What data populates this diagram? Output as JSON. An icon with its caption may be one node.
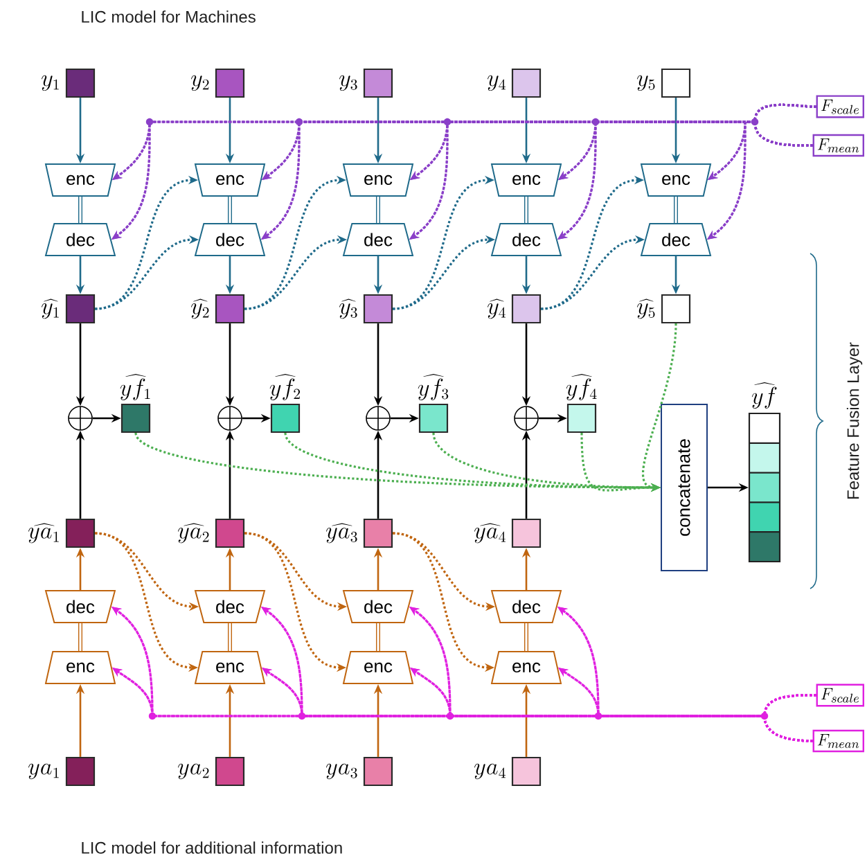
{
  "diagram": {
    "nodes": [
      {
        "text": [],
        "shape": "box",
        "beside": [
          "y_1"
        ]
      },
      {
        "text": [],
        "shape": "box",
        "beside": [
          "y_2"
        ]
      },
      {
        "text": [],
        "shape": "box",
        "beside": [
          "y_3"
        ]
      },
      {
        "text": [],
        "shape": "box",
        "beside": [
          "y_4"
        ]
      },
      {
        "text": [],
        "shape": "box",
        "beside": [
          "y_5"
        ]
      },
      {
        "text": [
          "F_{scale}"
        ]
      },
      {
        "text": [
          "F_{mean}"
        ]
      },
      {
        "text": [
          "enc"
        ]
      },
      {
        "text": [
          "enc"
        ]
      },
      {
        "text": [
          "enc"
        ]
      },
      {
        "text": [
          "enc"
        ]
      },
      {
        "text": [
          "enc"
        ]
      },
      {
        "text": [
          "dec"
        ]
      },
      {
        "text": [
          "dec"
        ]
      },
      {
        "text": [
          "dec"
        ]
      },
      {
        "text": [
          "dec"
        ]
      },
      {
        "text": [
          "dec"
        ]
      },
      {
        "text": [],
        "shape": "box",
        "beside": [
          "\\widehat{y_1}"
        ]
      },
      {
        "text": [],
        "shape": "box",
        "beside": [
          "\\widehat{y_2}"
        ]
      },
      {
        "text": [],
        "shape": "box",
        "beside": [
          "\\widehat{y_3}"
        ]
      },
      {
        "text": [],
        "shape": "box",
        "beside": [
          "\\widehat{y_4}"
        ]
      },
      {
        "text": [],
        "shape": "box",
        "beside": [
          "\\widehat{y_5}"
        ]
      },
      {
        "text": [],
        "shape": "circle"
      },
      {
        "text": [],
        "shape": "circle"
      },
      {
        "text": [],
        "shape": "circle"
      },
      {
        "text": [],
        "shape": "circle"
      },
      {
        "text": [],
        "shape": "box",
        "beside": [
          "\\widehat{yf_1}"
        ]
      },
      {
        "text": [],
        "shape": "box",
        "beside": [
          "\\widehat{yf_2}"
        ]
      },
      {
        "text": [],
        "shape": "box",
        "beside": [
          "\\widehat{yf_3}"
        ]
      },
      {
        "text": [],
        "shape": "box",
        "beside": [
          "\\widehat{yf_4}"
        ]
      },
      {
        "text": [
          "concatenate"
        ]
      },
      {
        "text": [],
        "shape": "bar",
        "beside": [
          "\\widehat{yf}"
        ]
      },
      {
        "text": [],
        "shape": "box",
        "beside": [
          "\\widehat{ya_1}"
        ]
      },
      {
        "text": [],
        "shape": "box",
        "beside": [
          "\\widehat{ya_2}"
        ]
      },
      {
        "text": [],
        "shape": "box",
        "beside": [
          "\\widehat{ya_3}"
        ]
      },
      {
        "text": [],
        "shape": "box",
        "beside": [
          "\\widehat{ya_4}"
        ]
      },
      {
        "text": [
          "dec"
        ]
      },
      {
        "text": [
          "dec"
        ]
      },
      {
        "text": [
          "dec"
        ]
      },
      {
        "text": [
          "dec"
        ]
      },
      {
        "text": [
          "enc"
        ]
      },
      {
        "text": [
          "enc"
        ]
      },
      {
        "text": [
          "enc"
        ]
      },
      {
        "text": [
          "enc"
        ]
      },
      {
        "text": [
          "F_{scale}"
        ]
      },
      {
        "text": [
          "F_{mean}"
        ]
      },
      {
        "text": [],
        "shape": "box",
        "beside": [
          "ya_1"
        ]
      },
      {
        "text": [],
        "shape": "box",
        "beside": [
          "ya_2"
        ]
      },
      {
        "text": [],
        "shape": "box",
        "beside": [
          "ya_3"
        ]
      },
      {
        "text": [],
        "shape": "box",
        "beside": [
          "ya_4"
        ]
      }
    ],
    "edges": [
      {
        "from": 0,
        "to": 7,
        "arrow": "to",
        "color": "#1f6a8a"
      },
      {
        "from": 7,
        "to": 12,
        "arrow": "none",
        "color": "#1f6a8a"
      },
      {
        "from": 12,
        "to": 17,
        "arrow": "to",
        "color": "#1f6a8a"
      },
      {
        "from": 1,
        "to": 8,
        "arrow": "to",
        "color": "#1f6a8a"
      },
      {
        "from": 8,
        "to": 13,
        "arrow": "none",
        "color": "#1f6a8a"
      },
      {
        "from": 13,
        "to": 18,
        "arrow": "to",
        "color": "#1f6a8a"
      },
      {
        "from": 2,
        "to": 9,
        "arrow": "to",
        "color": "#1f6a8a"
      },
      {
        "from": 9,
        "to": 14,
        "arrow": "none",
        "color": "#1f6a8a"
      },
      {
        "from": 14,
        "to": 19,
        "arrow": "to",
        "color": "#1f6a8a"
      },
      {
        "from": 3,
        "to": 10,
        "arrow": "to",
        "color": "#1f6a8a"
      },
      {
        "from": 10,
        "to": 15,
        "arrow": "none",
        "color": "#1f6a8a"
      },
      {
        "from": 15,
        "to": 20,
        "arrow": "to",
        "color": "#1f6a8a"
      },
      {
        "from": 4,
        "to": 11,
        "arrow": "to",
        "color": "#1f6a8a"
      },
      {
        "from": 11,
        "to": 16,
        "arrow": "none",
        "color": "#1f6a8a"
      },
      {
        "from": 16,
        "to": 21,
        "arrow": "to",
        "color": "#1f6a8a"
      },
      {
        "from": 17,
        "to": 8,
        "arrow": "to",
        "style": "dashed",
        "color": "#1f6a8a"
      },
      {
        "from": 17,
        "to": 13,
        "arrow": "to",
        "style": "dashed",
        "color": "#1f6a8a"
      },
      {
        "from": 18,
        "to": 9,
        "arrow": "to",
        "style": "dashed",
        "color": "#1f6a8a"
      },
      {
        "from": 18,
        "to": 14,
        "arrow": "to",
        "style": "dashed",
        "color": "#1f6a8a"
      },
      {
        "from": 19,
        "to": 10,
        "arrow": "to",
        "style": "dashed",
        "color": "#1f6a8a"
      },
      {
        "from": 19,
        "to": 15,
        "arrow": "to",
        "style": "dashed",
        "color": "#1f6a8a"
      },
      {
        "from": 20,
        "to": 11,
        "arrow": "to",
        "style": "dashed",
        "color": "#1f6a8a"
      },
      {
        "from": 20,
        "to": 16,
        "arrow": "to",
        "style": "dashed",
        "color": "#1f6a8a"
      },
      {
        "from": 5,
        "to": 7,
        "arrow": "to",
        "style": "dashed",
        "color": "#8a3fc8"
      },
      {
        "from": 5,
        "to": 12,
        "arrow": "to",
        "style": "dashed",
        "color": "#8a3fc8"
      },
      {
        "from": 5,
        "to": 8,
        "arrow": "to",
        "style": "dashed",
        "color": "#8a3fc8"
      },
      {
        "from": 5,
        "to": 13,
        "arrow": "to",
        "style": "dashed",
        "color": "#8a3fc8"
      },
      {
        "from": 5,
        "to": 9,
        "arrow": "to",
        "style": "dashed",
        "color": "#8a3fc8"
      },
      {
        "from": 5,
        "to": 14,
        "arrow": "to",
        "style": "dashed",
        "color": "#8a3fc8"
      },
      {
        "from": 5,
        "to": 10,
        "arrow": "to",
        "style": "dashed",
        "color": "#8a3fc8"
      },
      {
        "from": 5,
        "to": 15,
        "arrow": "to",
        "style": "dashed",
        "color": "#8a3fc8"
      },
      {
        "from": 5,
        "to": 11,
        "arrow": "to",
        "style": "dashed",
        "color": "#8a3fc8"
      },
      {
        "from": 5,
        "to": 16,
        "arrow": "to",
        "style": "dashed",
        "color": "#8a3fc8"
      },
      {
        "from": 6,
        "to": 7,
        "arrow": "to",
        "style": "dashed",
        "color": "#8a3fc8"
      },
      {
        "from": 6,
        "to": 12,
        "arrow": "to",
        "style": "dashed",
        "color": "#8a3fc8"
      },
      {
        "from": 6,
        "to": 8,
        "arrow": "to",
        "style": "dashed",
        "color": "#8a3fc8"
      },
      {
        "from": 6,
        "to": 13,
        "arrow": "to",
        "style": "dashed",
        "color": "#8a3fc8"
      },
      {
        "from": 6,
        "to": 9,
        "arrow": "to",
        "style": "dashed",
        "color": "#8a3fc8"
      },
      {
        "from": 6,
        "to": 14,
        "arrow": "to",
        "style": "dashed",
        "color": "#8a3fc8"
      },
      {
        "from": 6,
        "to": 10,
        "arrow": "to",
        "style": "dashed",
        "color": "#8a3fc8"
      },
      {
        "from": 6,
        "to": 15,
        "arrow": "to",
        "style": "dashed",
        "color": "#8a3fc8"
      },
      {
        "from": 6,
        "to": 11,
        "arrow": "to",
        "style": "dashed",
        "color": "#8a3fc8"
      },
      {
        "from": 6,
        "to": 16,
        "arrow": "to",
        "style": "dashed",
        "color": "#8a3fc8"
      },
      {
        "from": 17,
        "to": 22,
        "arrow": "to",
        "color": "#000000"
      },
      {
        "from": 32,
        "to": 22,
        "arrow": "to",
        "color": "#000000"
      },
      {
        "from": 22,
        "to": 26,
        "arrow": "to",
        "color": "#000000"
      },
      {
        "from": 18,
        "to": 23,
        "arrow": "to",
        "color": "#000000"
      },
      {
        "from": 33,
        "to": 23,
        "arrow": "to",
        "color": "#000000"
      },
      {
        "from": 23,
        "to": 27,
        "arrow": "to",
        "color": "#000000"
      },
      {
        "from": 19,
        "to": 24,
        "arrow": "to",
        "color": "#000000"
      },
      {
        "from": 34,
        "to": 24,
        "arrow": "to",
        "color": "#000000"
      },
      {
        "from": 24,
        "to": 28,
        "arrow": "to",
        "color": "#000000"
      },
      {
        "from": 20,
        "to": 25,
        "arrow": "to",
        "color": "#000000"
      },
      {
        "from": 35,
        "to": 25,
        "arrow": "to",
        "color": "#000000"
      },
      {
        "from": 25,
        "to": 29,
        "arrow": "to",
        "color": "#000000"
      },
      {
        "from": 26,
        "to": 30,
        "arrow": "to",
        "style": "dashed",
        "color": "#4caf50"
      },
      {
        "from": 27,
        "to": 30,
        "arrow": "to",
        "style": "dashed",
        "color": "#4caf50"
      },
      {
        "from": 28,
        "to": 30,
        "arrow": "to",
        "style": "dashed",
        "color": "#4caf50"
      },
      {
        "from": 29,
        "to": 30,
        "arrow": "to",
        "style": "dashed",
        "color": "#4caf50"
      },
      {
        "from": 21,
        "to": 30,
        "arrow": "to",
        "style": "dashed",
        "color": "#4caf50"
      },
      {
        "from": 30,
        "to": 31,
        "arrow": "to",
        "color": "#000000"
      },
      {
        "from": 46,
        "to": 40,
        "arrow": "to",
        "color": "#c0650f"
      },
      {
        "from": 40,
        "to": 36,
        "arrow": "none",
        "color": "#c0650f"
      },
      {
        "from": 36,
        "to": 32,
        "arrow": "to",
        "color": "#c0650f"
      },
      {
        "from": 47,
        "to": 41,
        "arrow": "to",
        "color": "#c0650f"
      },
      {
        "from": 41,
        "to": 37,
        "arrow": "none",
        "color": "#c0650f"
      },
      {
        "from": 37,
        "to": 33,
        "arrow": "to",
        "color": "#c0650f"
      },
      {
        "from": 48,
        "to": 42,
        "arrow": "to",
        "color": "#c0650f"
      },
      {
        "from": 42,
        "to": 38,
        "arrow": "none",
        "color": "#c0650f"
      },
      {
        "from": 38,
        "to": 34,
        "arrow": "to",
        "color": "#c0650f"
      },
      {
        "from": 49,
        "to": 43,
        "arrow": "to",
        "color": "#c0650f"
      },
      {
        "from": 43,
        "to": 39,
        "arrow": "none",
        "color": "#c0650f"
      },
      {
        "from": 39,
        "to": 35,
        "arrow": "to",
        "color": "#c0650f"
      },
      {
        "from": 32,
        "to": 37,
        "arrow": "to",
        "style": "dashed",
        "color": "#c0650f"
      },
      {
        "from": 32,
        "to": 41,
        "arrow": "to",
        "style": "dashed",
        "color": "#c0650f"
      },
      {
        "from": 33,
        "to": 38,
        "arrow": "to",
        "style": "dashed",
        "color": "#c0650f"
      },
      {
        "from": 33,
        "to": 42,
        "arrow": "to",
        "style": "dashed",
        "color": "#c0650f"
      },
      {
        "from": 34,
        "to": 39,
        "arrow": "to",
        "style": "dashed",
        "color": "#c0650f"
      },
      {
        "from": 34,
        "to": 43,
        "arrow": "to",
        "style": "dashed",
        "color": "#c0650f"
      },
      {
        "from": 44,
        "to": 36,
        "arrow": "to",
        "style": "dashed",
        "color": "#e020e0"
      },
      {
        "from": 44,
        "to": 40,
        "arrow": "to",
        "style": "dashed",
        "color": "#e020e0"
      },
      {
        "from": 44,
        "to": 37,
        "arrow": "to",
        "style": "dashed",
        "color": "#e020e0"
      },
      {
        "from": 44,
        "to": 41,
        "arrow": "to",
        "style": "dashed",
        "color": "#e020e0"
      },
      {
        "from": 44,
        "to": 38,
        "arrow": "to",
        "style": "dashed",
        "color": "#e020e0"
      },
      {
        "from": 44,
        "to": 42,
        "arrow": "to",
        "style": "dashed",
        "color": "#e020e0"
      },
      {
        "from": 44,
        "to": 39,
        "arrow": "to",
        "style": "dashed",
        "color": "#e020e0"
      },
      {
        "from": 44,
        "to": 43,
        "arrow": "to",
        "style": "dashed",
        "color": "#e020e0"
      },
      {
        "from": 45,
        "to": 36,
        "arrow": "to",
        "style": "dashed",
        "color": "#e020e0"
      },
      {
        "from": 45,
        "to": 40,
        "arrow": "to",
        "style": "dashed",
        "color": "#e020e0"
      },
      {
        "from": 45,
        "to": 37,
        "arrow": "to",
        "style": "dashed",
        "color": "#e020e0"
      },
      {
        "from": 45,
        "to": 41,
        "arrow": "to",
        "style": "dashed",
        "color": "#e020e0"
      },
      {
        "from": 45,
        "to": 38,
        "arrow": "to",
        "style": "dashed",
        "color": "#e020e0"
      },
      {
        "from": 45,
        "to": 42,
        "arrow": "to",
        "style": "dashed",
        "color": "#e020e0"
      },
      {
        "from": 45,
        "to": 39,
        "arrow": "to",
        "style": "dashed",
        "color": "#e020e0"
      },
      {
        "from": 45,
        "to": 43,
        "arrow": "to",
        "style": "dashed",
        "color": "#e020e0"
      }
    ],
    "labels": [
      "LIC model for Machines",
      "Feature Fusion Layer",
      "LIC model for additional information"
    ]
  }
}
